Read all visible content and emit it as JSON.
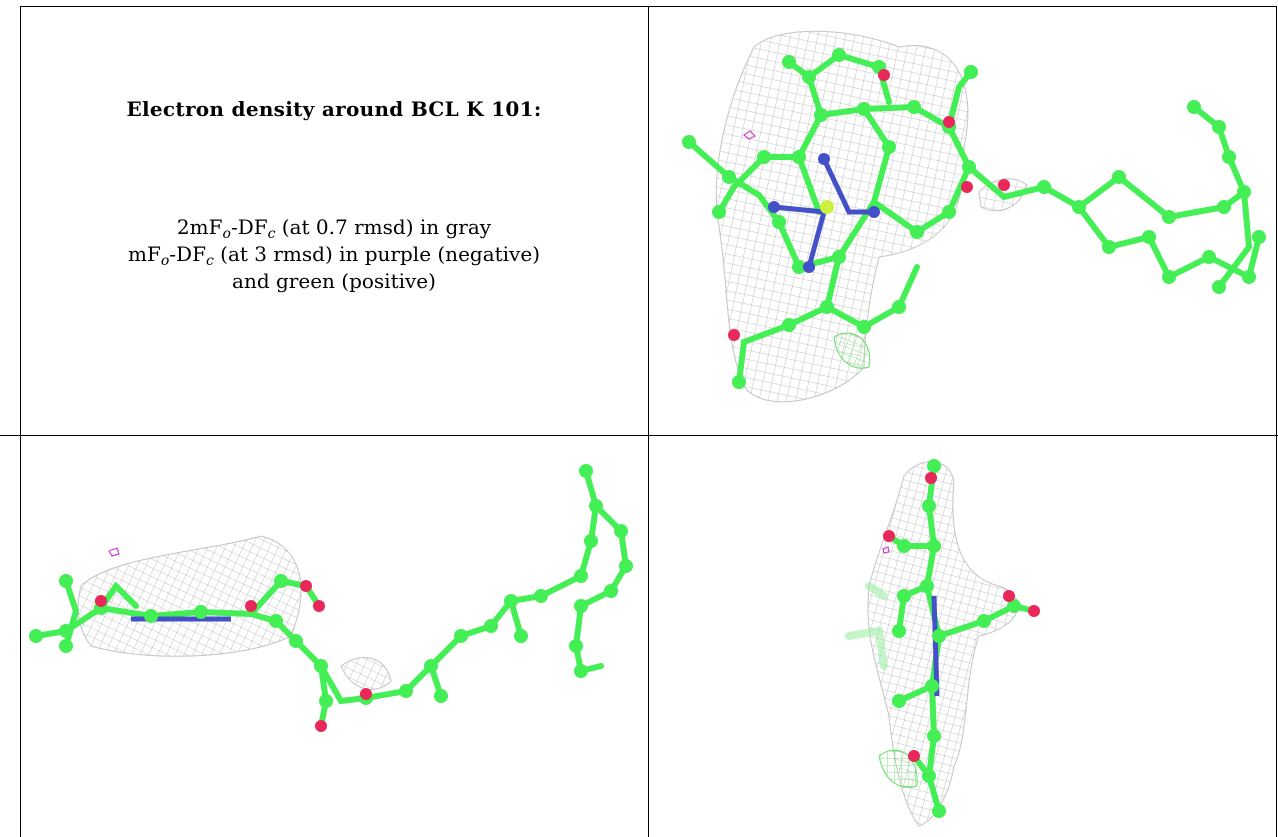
{
  "caption": {
    "title": "Electron density around BCL K 101:",
    "line1": {
      "pre": "2mF",
      "sub1": "o",
      "mid": "-DF",
      "sub2": "c",
      "post": " (at 0.7 rmsd) in gray"
    },
    "line2": {
      "pre": "mF",
      "sub1": "o",
      "mid": "-DF",
      "sub2": "c",
      "post": " (at 3 rmsd) in purple (negative)"
    },
    "line3": "and green (positive)"
  },
  "colors": {
    "carbon": "#44ee55",
    "nitrogen": "#4450c8",
    "oxygen": "#e8285a",
    "magnesium": "#ccf040",
    "mesh_gray": "#b0b0b0",
    "mesh_positive": "#55dd55",
    "mesh_negative": "#d040d0",
    "border": "#000000"
  },
  "panels": {
    "top_right": {
      "view": "face-on",
      "icon": "molecule-render"
    },
    "bottom_left": {
      "view": "side-on",
      "icon": "molecule-render"
    },
    "bottom_right": {
      "view": "edge-on",
      "icon": "molecule-render"
    }
  }
}
